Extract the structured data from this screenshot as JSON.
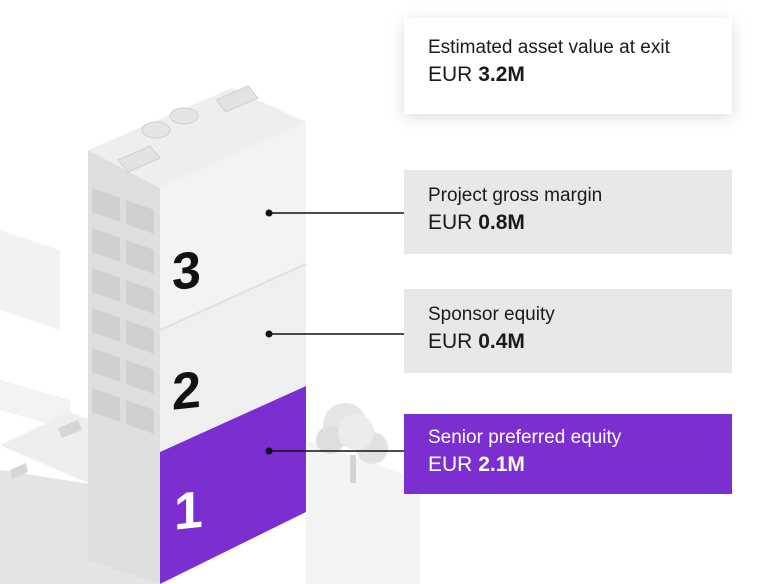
{
  "cards": {
    "exit": {
      "label": "Estimated asset value at exit",
      "currency": "EUR",
      "amount": "3.2M"
    },
    "margin": {
      "label": "Project gross margin",
      "currency": "EUR",
      "amount": "0.8M"
    },
    "sponsor": {
      "label": "Sponsor equity",
      "currency": "EUR",
      "amount": "0.4M"
    },
    "senior": {
      "label": "Senior preferred equity",
      "currency": "EUR",
      "amount": "2.1M"
    }
  },
  "tiers": {
    "tier3": "3",
    "tier2": "2",
    "tier1": "1"
  },
  "colors": {
    "accent": "#7b2fd0",
    "card_grey": "#e8e8e8",
    "building_light": "#efefef",
    "building_shade": "#dddddd"
  }
}
